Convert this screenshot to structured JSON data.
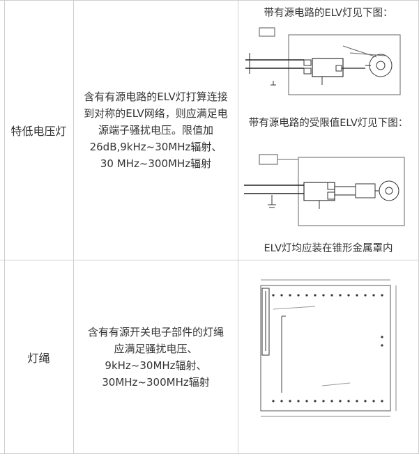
{
  "rows": [
    {
      "category": "特低电压灯",
      "description": "含有有源电路的ELV灯打算连接到对称的ELV网络，则应满足电源端子骚扰电压。限值加26dB,9kHz~30MHz辐射、30 MHz~300MHz辐射",
      "figures": [
        {
          "caption": "带有源电路的ELV灯见下图："
        },
        {
          "caption": "带有源电路的受限值ELV灯见下图："
        }
      ],
      "note": "ELV灯均应装在锥形金属罩内"
    },
    {
      "category": "灯绳",
      "description": "含有有源开关电子部件的灯绳应满足骚扰电压、9kHz~30MHz辐射、30MHz~300MHz辐射",
      "figures": [
        {
          "caption": ""
        }
      ]
    }
  ]
}
